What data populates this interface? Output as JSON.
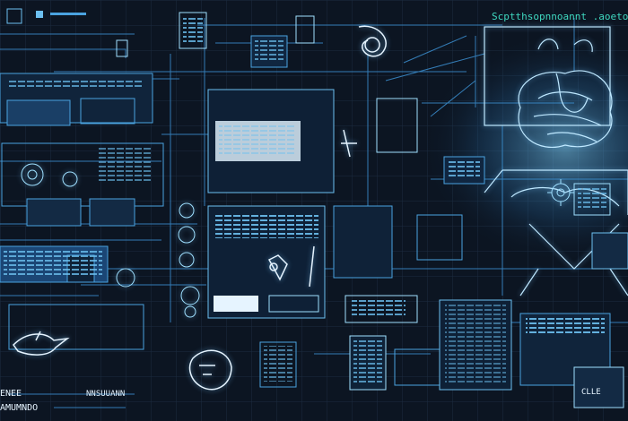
{
  "title_text": "Scptthsopnnoannt .aoetoat",
  "bottom_left_line1": "ENEE",
  "bottom_left_line2": "AMUMNDO",
  "bottom_mid_label": "NNSUUANN",
  "panel_label_right": "CLLE",
  "icon_names": [
    "robot-icon",
    "gear-icon",
    "dial-icon",
    "bird-icon",
    "face-icon",
    "brain-icon"
  ],
  "colors": {
    "background": "#0c1522",
    "line": "#4aa3e0",
    "bright": "#9fe0ff",
    "panel": "#132a44",
    "panel_light": "#1e4d7a",
    "accent_green": "#3fd8c0"
  }
}
